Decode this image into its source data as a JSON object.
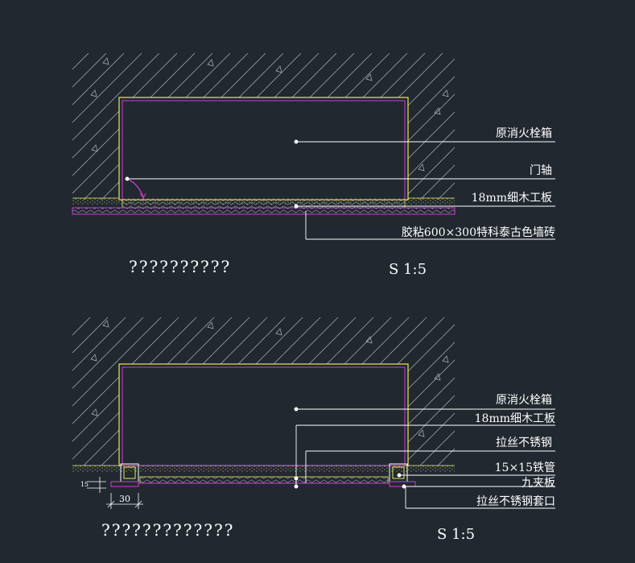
{
  "colors": {
    "background": "#212830",
    "hatch": "#c8ccd0",
    "outline_yellow": "#e8e85a",
    "outline_magenta": "#d23cd2",
    "leader": "#ffffff",
    "text": "#ffffff",
    "floor_green": "#b8c070"
  },
  "detail1": {
    "labels": {
      "fire_box": "原消火栓箱",
      "door_pivot": "门轴",
      "board": "18mm细木工板",
      "tile": "胶粘600×300特科泰古色墙砖"
    },
    "title": "??????????",
    "scale": "S 1:5"
  },
  "detail2": {
    "labels": {
      "fire_box": "原消火栓箱",
      "board": "18mm细木工板",
      "steel": "拉丝不锈钢",
      "tube": "15×15铁管",
      "plywood": "九夹板",
      "trim": "拉丝不锈钢套口"
    },
    "dimensions": {
      "width": "30",
      "height": "15"
    },
    "title": "?????????????",
    "scale": "S 1:5"
  }
}
